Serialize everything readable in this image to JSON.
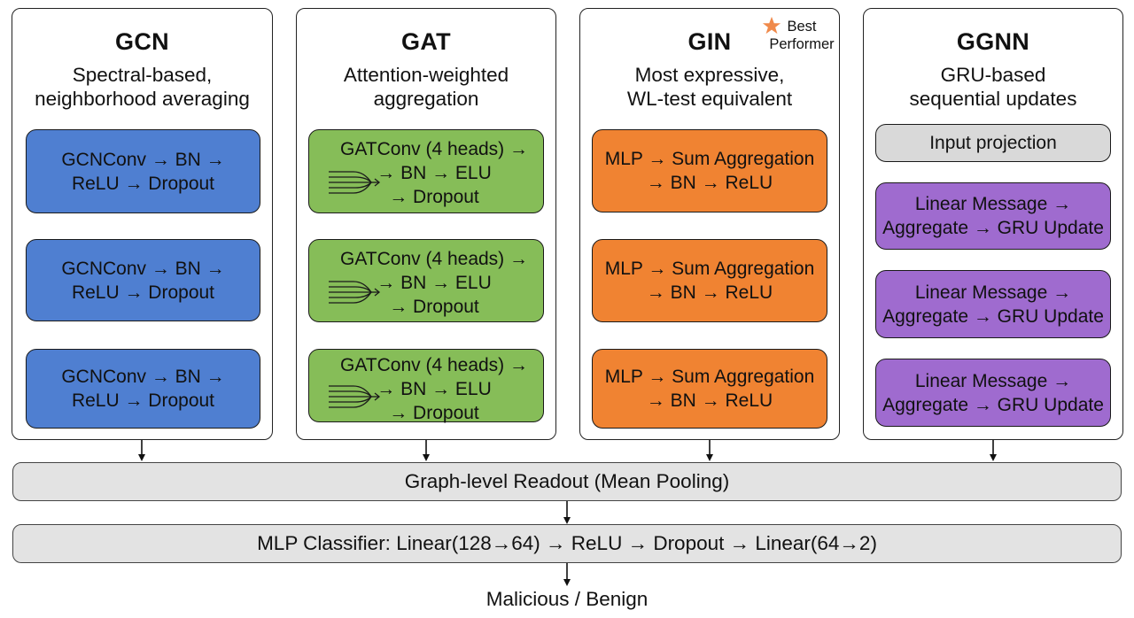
{
  "panels": {
    "gcn": {
      "title": "GCN",
      "description": "Spectral-based,\nneighborhood averaging",
      "layers": [
        "GCNConv → BN →\nReLU → Dropout",
        "GCNConv → BN →\nReLU → Dropout",
        "GCNConv → BN →\nReLU → Dropout"
      ]
    },
    "gat": {
      "title": "GAT",
      "description": "Attention-weighted\naggregation",
      "layers": [
        "GATConv (4 heads) →\n→ BN → ELU\n→ Dropout",
        "GATConv (4 heads) →\n→ BN → ELU\n→ Dropout",
        "GATConv (4 heads) →\n→ BN → ELU\n→ Dropout"
      ]
    },
    "gin": {
      "title": "GIN",
      "badge": "Best\nPerformer",
      "description": "Most expressive,\nWL-test equivalent",
      "layers": [
        "MLP → Sum Aggregation\n→ BN → ReLU",
        "MLP → Sum Aggregation\n→ BN → ReLU",
        "MLP → Sum Aggregation\n→ BN → ReLU"
      ]
    },
    "ggnn": {
      "title": "GGNN",
      "description": "GRU-based\nsequential updates",
      "input": "Input projection",
      "layers": [
        "Linear Message →\nAggregate → GRU Update",
        "Linear Message →\nAggregate → GRU Update",
        "Linear Message →\nAggregate → GRU Update"
      ]
    }
  },
  "readout": "Graph-level Readout (Mean Pooling)",
  "classifier": "MLP Classifier: Linear(128→64) → ReLU → Dropout → Linear(64→2)",
  "output": "Malicious / Benign",
  "colors": {
    "gcn": "#4f7fd1",
    "gat": "#86bd58",
    "gin": "#f08332",
    "ggnn": "#9f6bcf",
    "projection": "#d9d9d9",
    "bar": "#e3e3e3",
    "star": "#f08a4b"
  },
  "icons": {
    "badge": "star-icon",
    "attention": "attention-fan-icon"
  }
}
